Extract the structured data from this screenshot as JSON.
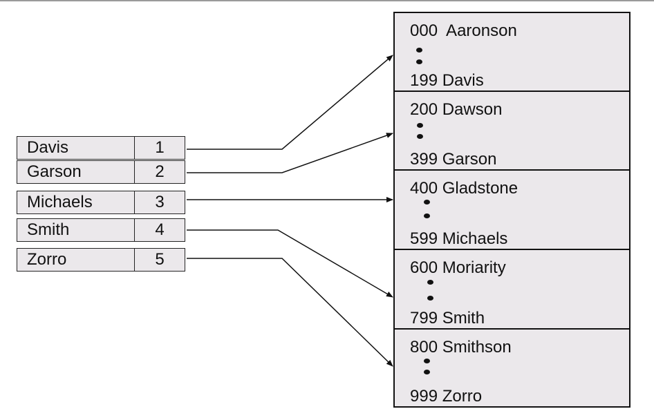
{
  "index_table": [
    {
      "name": "Davis",
      "number": "1"
    },
    {
      "name": "Garson",
      "number": "2"
    },
    {
      "name": "Michaels",
      "number": "3"
    },
    {
      "name": "Smith",
      "number": "4"
    },
    {
      "name": "Zorro",
      "number": "5"
    }
  ],
  "blocks": [
    {
      "start": "000  Aaronson",
      "end": "199 Davis"
    },
    {
      "start": "200 Dawson",
      "end": "399 Garson"
    },
    {
      "start": "400 Gladstone",
      "end": "599 Michaels"
    },
    {
      "start": "600 Moriarity",
      "end": "799 Smith"
    },
    {
      "start": "800 Smithson",
      "end": "999 Zorro"
    }
  ],
  "colors": {
    "cell_fill": "#ebe8eb",
    "border": "#111111",
    "arrow": "#111111"
  }
}
